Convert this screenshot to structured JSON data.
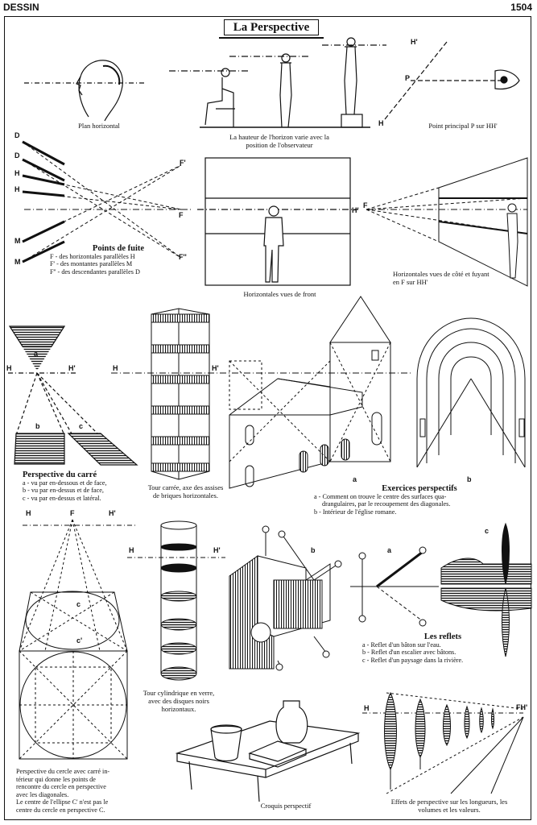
{
  "header": {
    "section": "DESSIN",
    "page": "1504"
  },
  "title": "La Perspective",
  "captions": {
    "plan_horizontal": "Plan horizontal",
    "hauteur_horizon": "La hauteur de l'horizon varie avec la position de l'observateur",
    "point_principal": "Point principal P sur HH'",
    "horizontales_front": "Horizontales vues de front",
    "horizontales_cote": "Horizontales vues de côté et fuyant en F sur HH'",
    "tour_carree": "Tour carrée, axe des assises de briques horizontales.",
    "tour_cylindrique": "Tour cylindrique en verre, avec des disques noirs horizontaux.",
    "croquis": "Croquis perspectif",
    "effets": "Effets de perspective sur les longueurs, les volumes et les valeurs."
  },
  "points_fuite": {
    "title": "Points de fuite",
    "lines": [
      "F - des horizontales parallèles H",
      "F' - des montantes parallèles M",
      "F'' - des descendantes parallèles D"
    ]
  },
  "carre": {
    "title": "Perspective du carré",
    "lines": [
      "a - vu par en-dessous et de face,",
      "b - vu par en-dessus et de face,",
      "c - vu par en-dessus et latéral."
    ]
  },
  "exercices": {
    "title": "Exercices perspectifs",
    "lines": [
      "a - Comment on trouve le centre des surfaces qua-",
      "drangulaires, par le recoupement des diagonales.",
      "b - Intérieur de l'église romane."
    ]
  },
  "reflets": {
    "title": "Les reflets",
    "lines": [
      "a - Reflet d'un bâton sur l'eau.",
      "b - Reflet d'un escalier avec bâtons.",
      "c - Reflet d'un paysage dans la rivière."
    ]
  },
  "cercle": {
    "lines": [
      "Perspective du cercle avec carré in-",
      "térieur qui donne les points de",
      "rencontre du cercle en perspective",
      "avec les diagonales.",
      "Le centre de l'ellipse C' n'est pas le",
      "centre du cercle en perspective C."
    ]
  },
  "labels": {
    "H": "H",
    "H_prime": "H'",
    "P": "P",
    "F": "F",
    "F_prime": "F'",
    "F_second": "F''",
    "D": "D",
    "M": "M",
    "a": "a",
    "b": "b",
    "c": "c",
    "c_prime": "c'",
    "FH": "FH'"
  }
}
